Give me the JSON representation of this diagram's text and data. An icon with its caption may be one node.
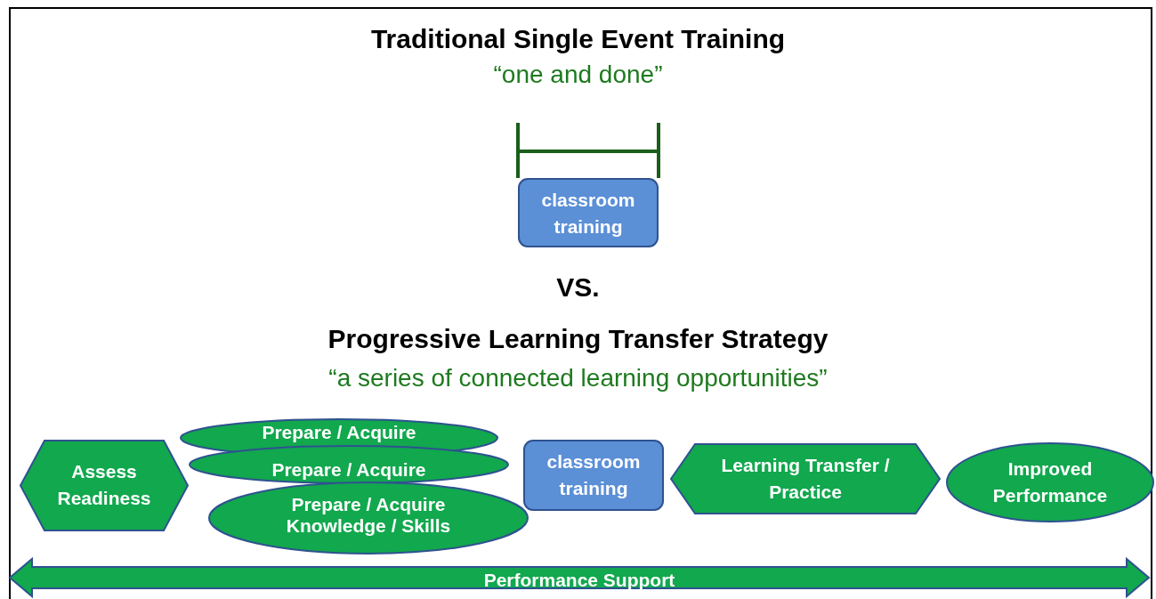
{
  "diagram": {
    "nodes": [
      {
        "text": [
          "classroom training"
        ]
      },
      {
        "text": [
          "Assess Readiness"
        ]
      },
      {
        "text": [
          "Prepare / Acquire"
        ]
      },
      {
        "text": [
          "Prepare / Acquire"
        ]
      },
      {
        "text": [
          "Prepare / Acquire Knowledge / Skills"
        ]
      },
      {
        "text": [
          "classroom training"
        ]
      },
      {
        "text": [
          "Learning Transfer / Practice"
        ]
      },
      {
        "text": [
          "Improved Performance"
        ]
      },
      {
        "text": [
          "Performance Support"
        ]
      }
    ],
    "edges": [],
    "labels": [
      "Traditional Single Event Training",
      "“one and done”",
      "VS.",
      "Progressive Learning Transfer Strategy",
      "“a series of connected learning opportunities”"
    ]
  }
}
